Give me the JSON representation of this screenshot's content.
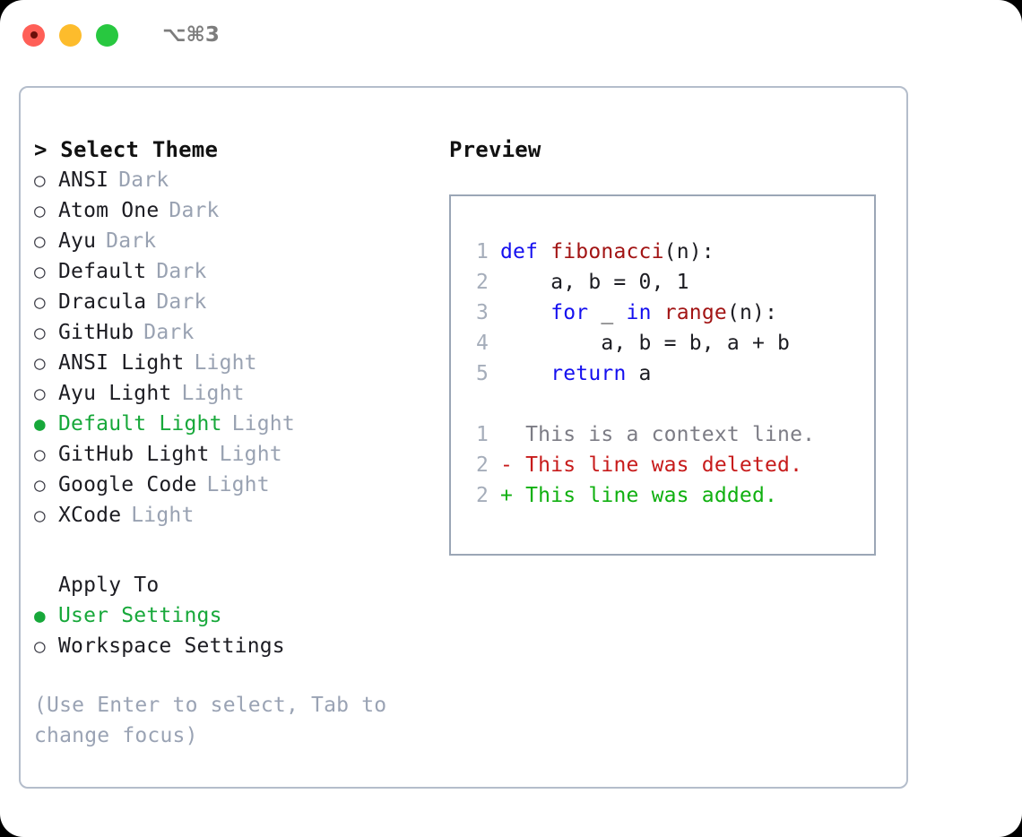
{
  "titlebar": {
    "lights": [
      {
        "name": "close",
        "color": "#ff5f57"
      },
      {
        "name": "minimize",
        "color": "#fdbc2c"
      },
      {
        "name": "zoom",
        "color": "#28c840"
      }
    ],
    "shortcut": "⌥⌘3"
  },
  "theme_section": {
    "header": "> Select Theme",
    "items": [
      {
        "marker": "○",
        "label": "ANSI",
        "badge": "Dark",
        "selected": false
      },
      {
        "marker": "○",
        "label": "Atom One",
        "badge": "Dark",
        "selected": false
      },
      {
        "marker": "○",
        "label": "Ayu",
        "badge": "Dark",
        "selected": false
      },
      {
        "marker": "○",
        "label": "Default",
        "badge": "Dark",
        "selected": false
      },
      {
        "marker": "○",
        "label": "Dracula",
        "badge": "Dark",
        "selected": false
      },
      {
        "marker": "○",
        "label": "GitHub",
        "badge": "Dark",
        "selected": false
      },
      {
        "marker": "○",
        "label": "ANSI Light",
        "badge": "Light",
        "selected": false
      },
      {
        "marker": "○",
        "label": "Ayu Light",
        "badge": "Light",
        "selected": false
      },
      {
        "marker": "●",
        "label": "Default Light",
        "badge": "Light",
        "selected": true
      },
      {
        "marker": "○",
        "label": "GitHub Light",
        "badge": "Light",
        "selected": false
      },
      {
        "marker": "○",
        "label": "Google Code",
        "badge": "Light",
        "selected": false
      },
      {
        "marker": "○",
        "label": "XCode",
        "badge": "Light",
        "selected": false
      }
    ]
  },
  "apply_section": {
    "header": "Apply To",
    "items": [
      {
        "marker": "●",
        "label": "User Settings",
        "selected": true
      },
      {
        "marker": "○",
        "label": "Workspace Settings",
        "selected": false
      }
    ]
  },
  "hint": "(Use Enter to select, Tab to change focus)",
  "preview": {
    "title": "Preview",
    "code_lines": [
      {
        "num": "1",
        "segments": [
          {
            "text": "def ",
            "style": "kw"
          },
          {
            "text": "fibonacci",
            "style": "fn"
          },
          {
            "text": "(n):",
            "style": "code-text"
          }
        ]
      },
      {
        "num": "2",
        "segments": [
          {
            "text": "    a, b = 0, 1",
            "style": "code-text"
          }
        ]
      },
      {
        "num": "3",
        "segments": [
          {
            "text": "    ",
            "style": "code-text"
          },
          {
            "text": "for",
            "style": "kw"
          },
          {
            "text": " _ ",
            "style": "code-text"
          },
          {
            "text": "in",
            "style": "kw"
          },
          {
            "text": " ",
            "style": "code-text"
          },
          {
            "text": "range",
            "style": "fn"
          },
          {
            "text": "(n):",
            "style": "code-text"
          }
        ]
      },
      {
        "num": "4",
        "segments": [
          {
            "text": "        a, b = b, a + b",
            "style": "code-text"
          }
        ]
      },
      {
        "num": "5",
        "segments": [
          {
            "text": "    ",
            "style": "code-text"
          },
          {
            "text": "return",
            "style": "kw"
          },
          {
            "text": " a",
            "style": "code-text"
          }
        ]
      }
    ],
    "diff_lines": [
      {
        "num": "1",
        "marker": "  ",
        "text": "This is a context line.",
        "style": "ctx"
      },
      {
        "num": "2",
        "marker": "- ",
        "text": "This line was deleted.",
        "style": "del"
      },
      {
        "num": "2",
        "marker": "+ ",
        "text": "This line was added.",
        "style": "add"
      }
    ]
  },
  "colors": {
    "accent_green": "#17a83a",
    "panel_border": "#b4bdcb",
    "code_border": "#9ba6b6",
    "muted": "#99a2b2",
    "keyword_blue": "#1510ef",
    "function_red": "#a21414",
    "diff_added": "#10b010",
    "diff_deleted": "#c71b1b"
  }
}
